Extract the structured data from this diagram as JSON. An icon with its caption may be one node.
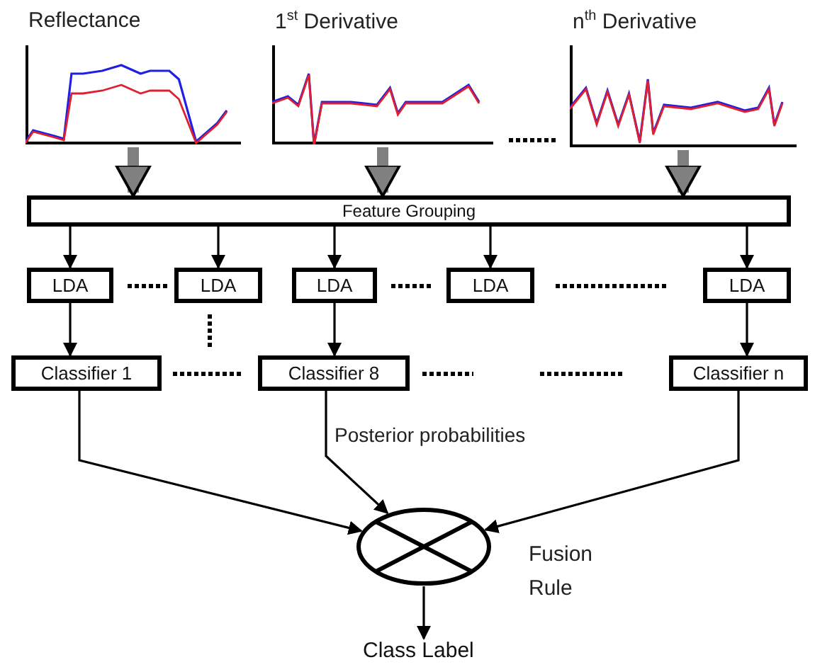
{
  "diagram": {
    "nodes": [
      {
        "text": [
          "Reflectance"
        ]
      },
      {
        "text": [
          "1$^{st}$ Derivative"
        ]
      },
      {
        "text": [
          "n$^{th}$ Derivative"
        ]
      },
      {
        "text": [
          "Feature Grouping"
        ]
      },
      {
        "text": [
          "LDA"
        ]
      },
      {
        "text": [
          "LDA"
        ]
      },
      {
        "text": [
          "LDA"
        ]
      },
      {
        "text": [
          "LDA"
        ]
      },
      {
        "text": [
          "LDA"
        ]
      },
      {
        "text": [
          "Classifier 1"
        ]
      },
      {
        "text": [
          "Classifier 8"
        ]
      },
      {
        "text": [
          "Classifier n"
        ]
      },
      {
        "text": [],
        "shape": "circle",
        "beside": [
          "Fusion Rule"
        ]
      },
      {
        "text": [
          "Class Label"
        ]
      }
    ],
    "edges": [
      {
        "from": 0,
        "to": 3,
        "arrow": "to",
        "style": "thick",
        "color": "#808080"
      },
      {
        "from": 1,
        "to": 3,
        "arrow": "to",
        "style": "thick",
        "color": "#808080"
      },
      {
        "from": 2,
        "to": 3,
        "arrow": "to",
        "style": "thick",
        "color": "#808080"
      },
      {
        "from": 3,
        "to": 4,
        "arrow": "to"
      },
      {
        "from": 3,
        "to": 5,
        "arrow": "to"
      },
      {
        "from": 3,
        "to": 6,
        "arrow": "to"
      },
      {
        "from": 3,
        "to": 7,
        "arrow": "to"
      },
      {
        "from": 3,
        "to": 8,
        "arrow": "to"
      },
      {
        "from": 4,
        "to": 9,
        "arrow": "to"
      },
      {
        "from": 6,
        "to": 10,
        "arrow": "to"
      },
      {
        "from": 8,
        "to": 11,
        "arrow": "to"
      },
      {
        "from": 9,
        "to": 12,
        "arrow": "to"
      },
      {
        "from": 10,
        "to": 12,
        "arrow": "to",
        "label": "Posterior probabilities"
      },
      {
        "from": 11,
        "to": 12,
        "arrow": "to"
      },
      {
        "from": 12,
        "to": 13,
        "arrow": "to"
      }
    ]
  }
}
